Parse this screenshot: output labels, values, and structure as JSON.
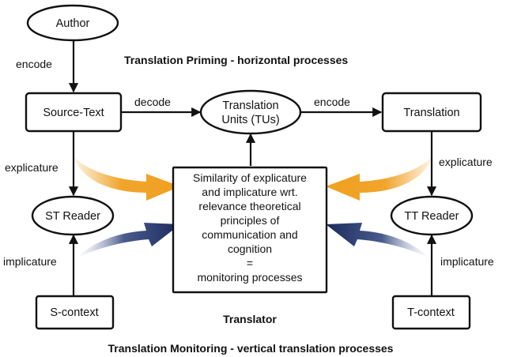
{
  "nodes": {
    "author": "Author",
    "source_text": "Source-Text",
    "translation_units": [
      "Translation",
      "Units (TUs)"
    ],
    "translation": "Translation",
    "st_reader": "ST Reader",
    "tt_reader": "TT Reader",
    "s_context": "S-context",
    "t_context": "T-context"
  },
  "edge_labels": {
    "encode_left": "encode",
    "decode": "decode",
    "encode_right": "encode",
    "explicature_left": "explicature",
    "explicature_right": "explicature",
    "implicature_left": "implicature",
    "implicature_right": "implicature"
  },
  "center_box": {
    "lines": [
      "Similarity of explicature",
      "and implicature wrt.",
      "relevance theoretical",
      "principles of",
      "communication and",
      "cognition",
      "=",
      "monitoring processes"
    ]
  },
  "titles": {
    "priming": "Translation Priming - horizontal processes",
    "translator": "Translator",
    "monitoring": "Translation Monitoring - vertical translation processes"
  },
  "colors": {
    "explicature_arrow": "#f0a020",
    "implicature_arrow": "#1a2a5c",
    "stroke": "#111111"
  }
}
